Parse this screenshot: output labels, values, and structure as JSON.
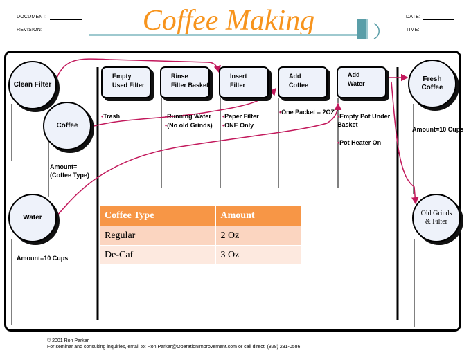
{
  "header": {
    "document_label": "DOCUMENT:",
    "revision_label": "REVISION:",
    "date_label": "DATE:",
    "time_label": "TIME:",
    "title": "Coffee Making"
  },
  "inputs": {
    "clean_filter": "Clean Filter",
    "coffee": "Coffee",
    "coffee_amount": "Amount=\n(Coffee Type)",
    "water": "Water",
    "water_amount": "Amount=10 Cups"
  },
  "steps": [
    {
      "label": "Empty\nUsed Filter",
      "notes": [
        "Trash"
      ]
    },
    {
      "label": "Rinse\nFilter Basket",
      "notes": [
        "Running Water",
        "(No old Grinds)"
      ]
    },
    {
      "label": "Insert\nFilter",
      "notes": [
        "Paper Filter",
        "ONE Only"
      ]
    },
    {
      "label": "Add\nCoffee",
      "notes": [
        "One Packet = 2OZ"
      ]
    },
    {
      "label": "Add\nWater",
      "notes": [
        "Empty Pot Under\nBasket",
        "Pot Heater On"
      ]
    }
  ],
  "outputs": {
    "fresh_coffee": "Fresh\nCoffee",
    "fresh_amount": "Amount=10 Cups",
    "old_grinds": "Old Grinds\n& Filter"
  },
  "table": {
    "headers": [
      "Coffee Type",
      "Amount"
    ],
    "rows": [
      [
        "Regular",
        "2 Oz"
      ],
      [
        "De-Caf",
        "3 Oz"
      ]
    ]
  },
  "footer": {
    "copyright": "© 2001 Ron Parker",
    "contact": "For seminar and consulting inquiries, email to: Ron.Parker@OperationImprovement.com or call direct: (828) 231-0586"
  },
  "colors": {
    "title": "#f7941d",
    "arrow": "#c2185b",
    "table_header": "#f79646",
    "shape_fill": "#eef2fa"
  }
}
